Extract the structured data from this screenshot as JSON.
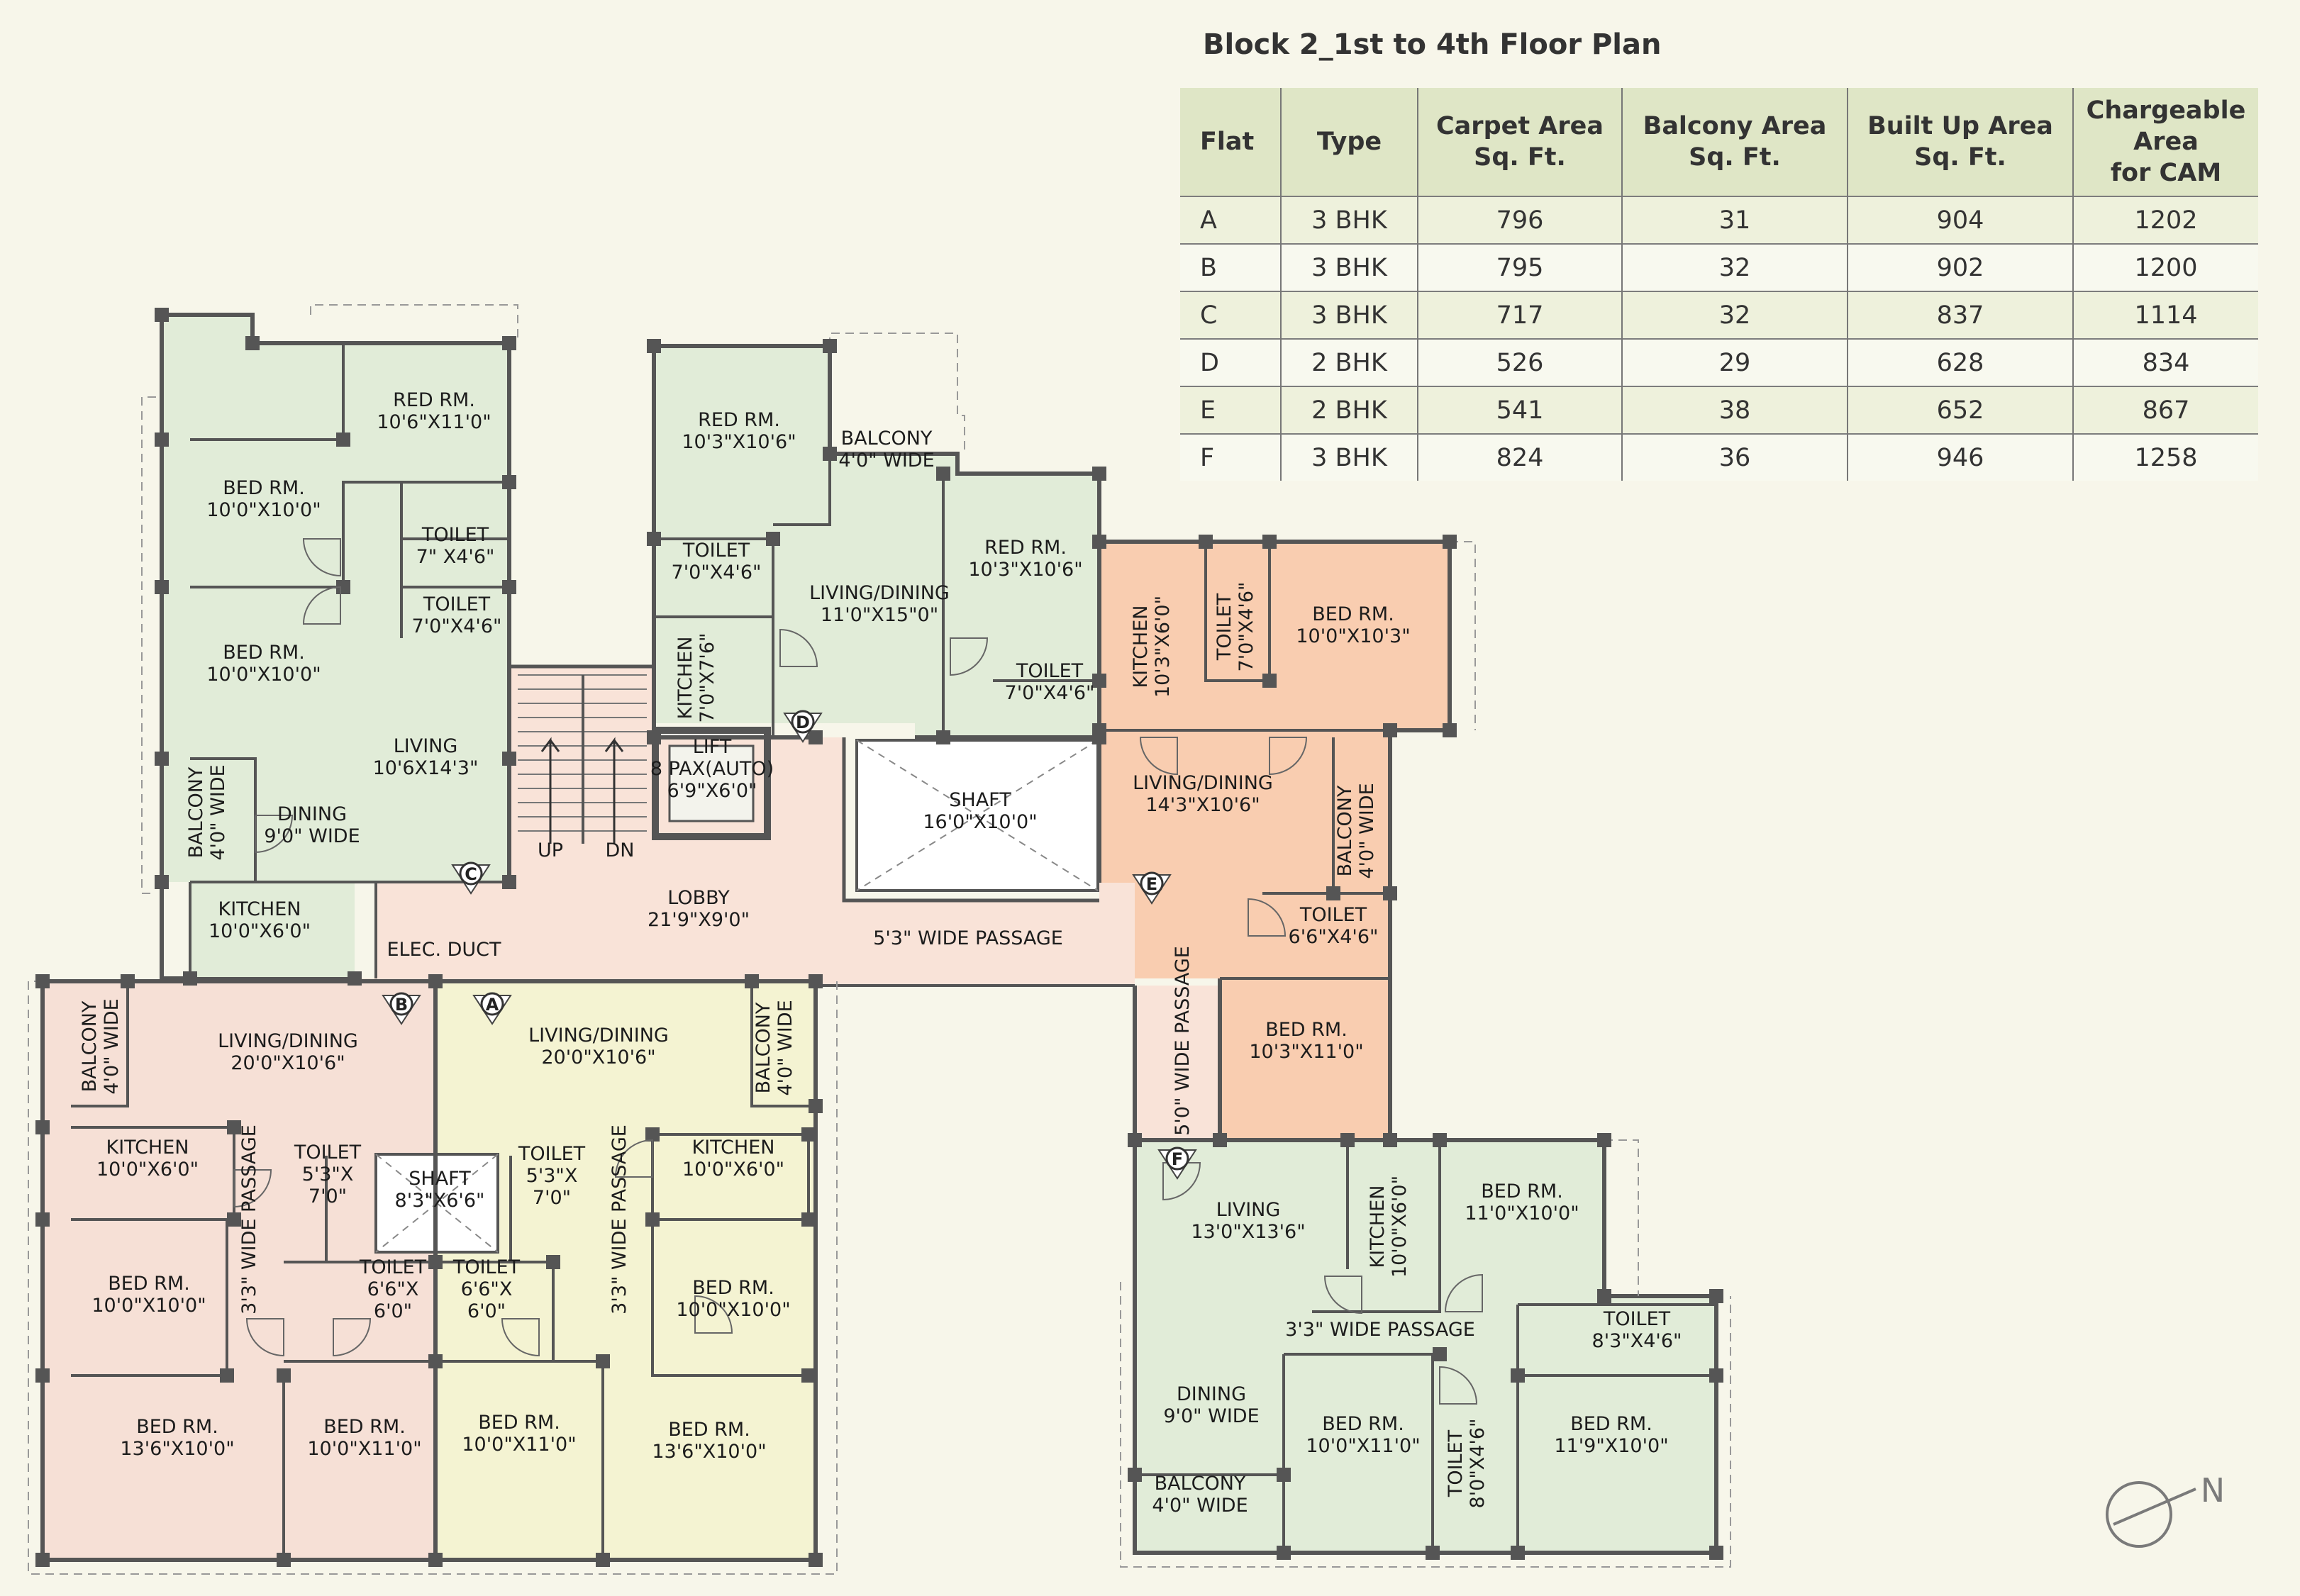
{
  "title": "Block 2_1st to 4th Floor Plan",
  "table": {
    "headers": [
      {
        "line1": "Flat",
        "line2": ""
      },
      {
        "line1": "Type",
        "line2": ""
      },
      {
        "line1": "Carpet Area",
        "line2": "Sq. Ft."
      },
      {
        "line1": "Balcony Area",
        "line2": "Sq. Ft."
      },
      {
        "line1": "Built Up Area",
        "line2": "Sq. Ft."
      },
      {
        "line1": "Chargeable Area",
        "line2": "for CAM"
      }
    ],
    "rows": [
      [
        "A",
        "3 BHK",
        "796",
        "31",
        "904",
        "1202"
      ],
      [
        "B",
        "3 BHK",
        "795",
        "32",
        "902",
        "1200"
      ],
      [
        "C",
        "3 BHK",
        "717",
        "32",
        "837",
        "1114"
      ],
      [
        "D",
        "2 BHK",
        "526",
        "29",
        "628",
        "834"
      ],
      [
        "E",
        "2 BHK",
        "541",
        "38",
        "652",
        "867"
      ],
      [
        "F",
        "3 BHK",
        "824",
        "36",
        "946",
        "1258"
      ]
    ]
  },
  "colors": {
    "flat_A": "#f4f3d2",
    "flat_B": "#f6e0d6",
    "flat_C": "#e1ecd8",
    "flat_D": "#e1ecd8",
    "flat_E": "#f9cdb0",
    "flat_F": "#e1ecd8",
    "common": "#f9e3d8",
    "wall": "#555555",
    "column": "#555555"
  },
  "flat_markers": [
    "A",
    "B",
    "C",
    "D",
    "E",
    "F"
  ],
  "rooms": {
    "c_red": [
      "RED RM.",
      "10'6\"X11'0\""
    ],
    "c_bed1": [
      "BED RM.",
      "10'0\"X10'0\""
    ],
    "c_toilet1": [
      "TOILET",
      "7\" X4'6\""
    ],
    "c_toilet2": [
      "TOILET",
      "7'0\"X4'6\""
    ],
    "c_bed2": [
      "BED RM.",
      "10'0\"X10'0\""
    ],
    "c_living": [
      "LIVING",
      "10'6X14'3\""
    ],
    "c_dining": [
      "DINING",
      "9'0\" WIDE"
    ],
    "c_balcony": [
      "BALCONY",
      "4'0\" WIDE"
    ],
    "c_kitchen": [
      "KITCHEN",
      "10'0\"X6'0\""
    ],
    "d_red1": [
      "RED RM.",
      "10'3\"X10'6\""
    ],
    "d_balcony": [
      "BALCONY",
      "4'0\" WIDE"
    ],
    "d_toilet1": [
      "TOILET",
      "7'0\"X4'6\""
    ],
    "d_living": [
      "LIVING/DINING",
      "11'0\"X15\"0\""
    ],
    "d_red2": [
      "RED RM.",
      "10'3\"X10'6\""
    ],
    "d_kitchen": [
      "KITCHEN",
      "7'0\"X7'6\""
    ],
    "d_toilet2": [
      "TOILET",
      "7'0\"X4'6\""
    ],
    "e_kitchen": [
      "KITCHEN",
      "10'3\"X6'0\""
    ],
    "e_toilet1": [
      "TOILET",
      "7'0\"X4'6\""
    ],
    "e_bed1": [
      "BED RM.",
      "10'0\"X10'3\""
    ],
    "e_living": [
      "LIVING/DINING",
      "14'3\"X10'6\""
    ],
    "e_balcony": [
      "BALCONY",
      "4'0\" WIDE"
    ],
    "e_toilet2": [
      "TOILET",
      "6'6\"X4'6\""
    ],
    "e_bed2": [
      "BED RM.",
      "10'3\"X11'0\""
    ],
    "lift": [
      "LIFT",
      "8 PAX(AUTO)",
      "6'9\"X6'0\""
    ],
    "up": "UP",
    "dn": "DN",
    "shaft_main": [
      "SHAFT",
      "16'0\"X10'0\""
    ],
    "lobby": [
      "LOBBY",
      "21'9\"X9'0\""
    ],
    "passage_h": "5'3\" WIDE PASSAGE",
    "elec": "ELEC. DUCT",
    "passage_v": "5'0\" WIDE PASSAGE",
    "b_balcony": [
      "BALCONY",
      "4'0\" WIDE"
    ],
    "b_living": [
      "LIVING/DINING",
      "20'0\"X10'6\""
    ],
    "b_kitchen": [
      "KITCHEN",
      "10'0\"X6'0\""
    ],
    "b_passage": "3'3\" WIDE PASSAGE",
    "b_toilet1": [
      "TOILET",
      "5'3\"X",
      "7'0\""
    ],
    "b_toilet2": [
      "TOILET",
      "6'6\"X",
      "6'0\""
    ],
    "b_bed1": [
      "BED RM.",
      "10'0\"X10'0\""
    ],
    "b_bed2": [
      "BED RM.",
      "13'6\"X10'0\""
    ],
    "b_bed3": [
      "BED RM.",
      "10'0\"X11'0\""
    ],
    "shaft_small": [
      "SHAFT",
      "8'3\"X6'6\""
    ],
    "a_living": [
      "LIVING/DINING",
      "20'0\"X10'6\""
    ],
    "a_balcony": [
      "BALCONY",
      "4'0\" WIDE"
    ],
    "a_kitchen": [
      "KITCHEN",
      "10'0\"X6'0\""
    ],
    "a_passage": "3'3\" WIDE PASSAGE",
    "a_toilet1": [
      "TOILET",
      "5'3\"X",
      "7'0\""
    ],
    "a_toilet2": [
      "TOILET",
      "6'6\"X",
      "6'0\""
    ],
    "a_bed1": [
      "BED RM.",
      "10'0\"X10'0\""
    ],
    "a_bed2": [
      "BED RM.",
      "10'0\"X11'0\""
    ],
    "a_bed3": [
      "BED RM.",
      "13'6\"X10'0\""
    ],
    "f_living": [
      "LIVING",
      "13'0\"X13'6\""
    ],
    "f_kitchen": [
      "KITCHEN",
      "10'0\"X6'0\""
    ],
    "f_bed1": [
      "BED RM.",
      "11'0\"X10'0\""
    ],
    "f_passage": "3'3\" WIDE PASSAGE",
    "f_toilet1": [
      "TOILET",
      "8'3\"X4'6\""
    ],
    "f_dining": [
      "DINING",
      "9'0\" WIDE"
    ],
    "f_bed2": [
      "BED RM.",
      "10'0\"X11'0\""
    ],
    "f_toilet2": [
      "TOILET",
      "8'0\"X4'6\""
    ],
    "f_bed3": [
      "BED RM.",
      "11'9\"X10'0\""
    ],
    "f_balcony": [
      "BALCONY",
      "4'0\" WIDE"
    ]
  },
  "north": "N"
}
